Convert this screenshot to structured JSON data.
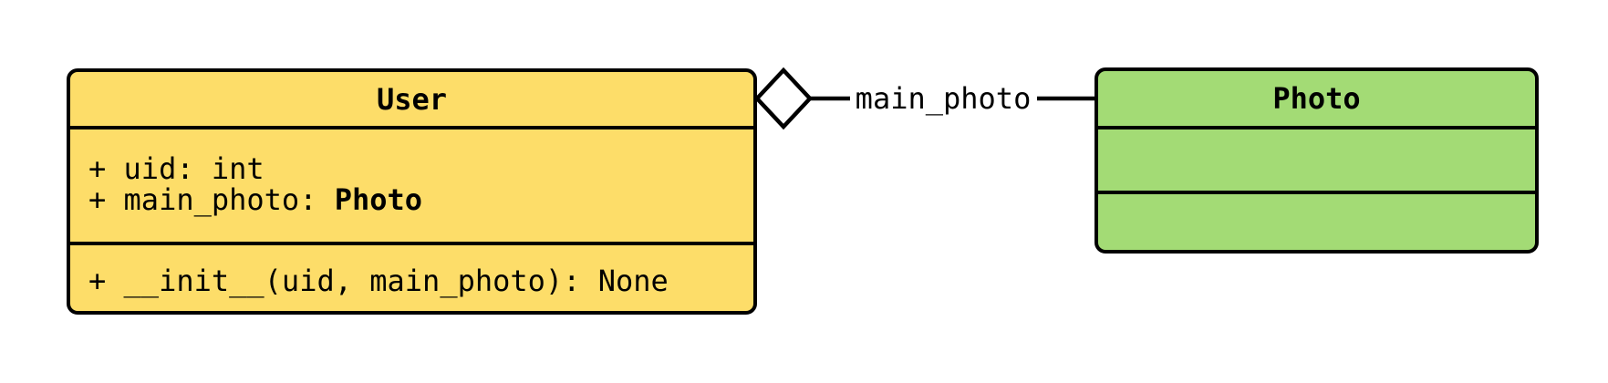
{
  "diagram": {
    "background": "#FFFFFF",
    "stroke": "#000000",
    "classes": {
      "user": {
        "name": "User",
        "fill": "#FDDD69",
        "attributes": [
          {
            "text": "+ uid: int",
            "bold_type": ""
          },
          {
            "text": "+ main_photo: ",
            "bold_type": "Photo"
          }
        ],
        "methods": [
          {
            "text": "+ __init__(uid, main_photo): None"
          }
        ]
      },
      "photo": {
        "name": "Photo",
        "fill": "#A3DB75",
        "attributes": [],
        "methods": []
      }
    },
    "relation": {
      "type": "aggregation",
      "label": "main_photo",
      "diamond_fill": "#FFFFFF"
    }
  }
}
